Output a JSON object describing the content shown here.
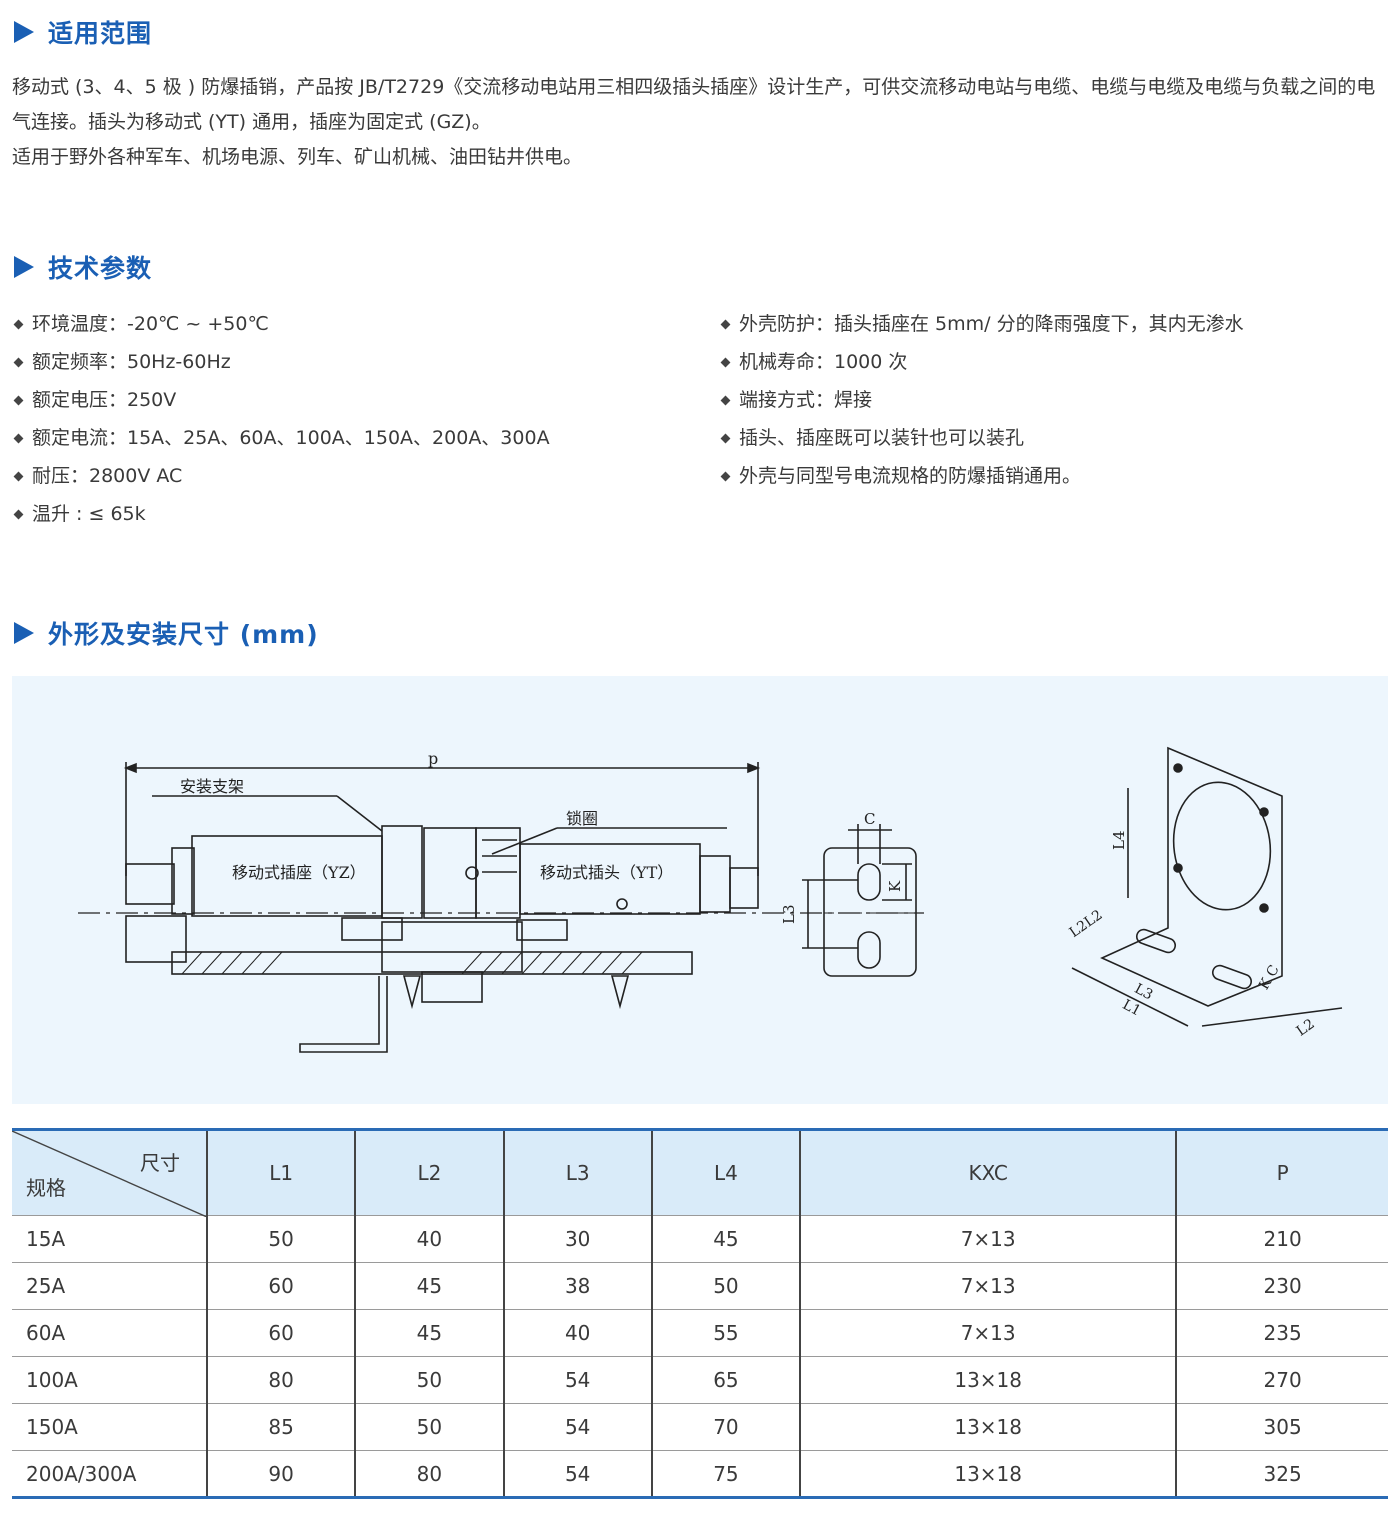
{
  "sections": {
    "scope": {
      "title": "适用范围",
      "para1": "移动式 (3、4、5 极 ) 防爆插销，产品按 JB/T2729《交流移动电站用三相四级插头插座》设计生产，可供交流移动电站与电缆、电缆与电缆及电缆与负载之间的电气连接。插头为移动式 (YT) 通用，插座为固定式 (GZ)。",
      "para2": "适用于野外各种军车、机场电源、列车、矿山机械、油田钻井供电。"
    },
    "tech": {
      "title": "技术参数",
      "left": [
        "环境温度：-20℃ ~ +50℃",
        "额定频率：50Hz-60Hz",
        "额定电压：250V",
        "额定电流：15A、25A、60A、100A、150A、200A、300A",
        "耐压：2800V AC",
        "温升 : ≤ 65k"
      ],
      "right": [
        "外壳防护：插头插座在 5mm/ 分的降雨强度下，其内无渗水",
        "机械寿命：1000 次",
        "端接方式：焊接",
        "插头、插座既可以装针也可以装孔",
        "外壳与同型号电流规格的防爆插销通用。"
      ]
    },
    "dims": {
      "title": "外形及安装尺寸 (mm)"
    }
  },
  "diagram": {
    "label_p": "p",
    "label_bracket": "安装支架",
    "label_lockring": "锁圈",
    "label_socket": "移动式插座（YZ）",
    "label_plug": "移动式插头（YT）",
    "label_c": "C",
    "label_k": "K",
    "label_l3": "L3",
    "label_l4": "L4",
    "label_l2l2": "L2L2",
    "label_l1": "L1",
    "label_l3b": "L3",
    "label_kc": "K C",
    "label_l2": "L2"
  },
  "table": {
    "corner_top": "尺寸",
    "corner_bottom": "规格",
    "headers": [
      "L1",
      "L2",
      "L3",
      "L4",
      "KXC",
      "P"
    ],
    "rows": [
      [
        "15A",
        "50",
        "40",
        "30",
        "45",
        "7×13",
        "210"
      ],
      [
        "25A",
        "60",
        "45",
        "38",
        "50",
        "7×13",
        "230"
      ],
      [
        "60A",
        "60",
        "45",
        "40",
        "55",
        "7×13",
        "235"
      ],
      [
        "100A",
        "80",
        "50",
        "54",
        "65",
        "13×18",
        "270"
      ],
      [
        "150A",
        "85",
        "50",
        "54",
        "70",
        "13×18",
        "305"
      ],
      [
        "200A/300A",
        "90",
        "80",
        "54",
        "75",
        "13×18",
        "325"
      ]
    ]
  },
  "colors": {
    "accent": "#1a5fb4",
    "diagram_bg": "#edf6fd",
    "table_header_bg": "#d9ebf9"
  }
}
